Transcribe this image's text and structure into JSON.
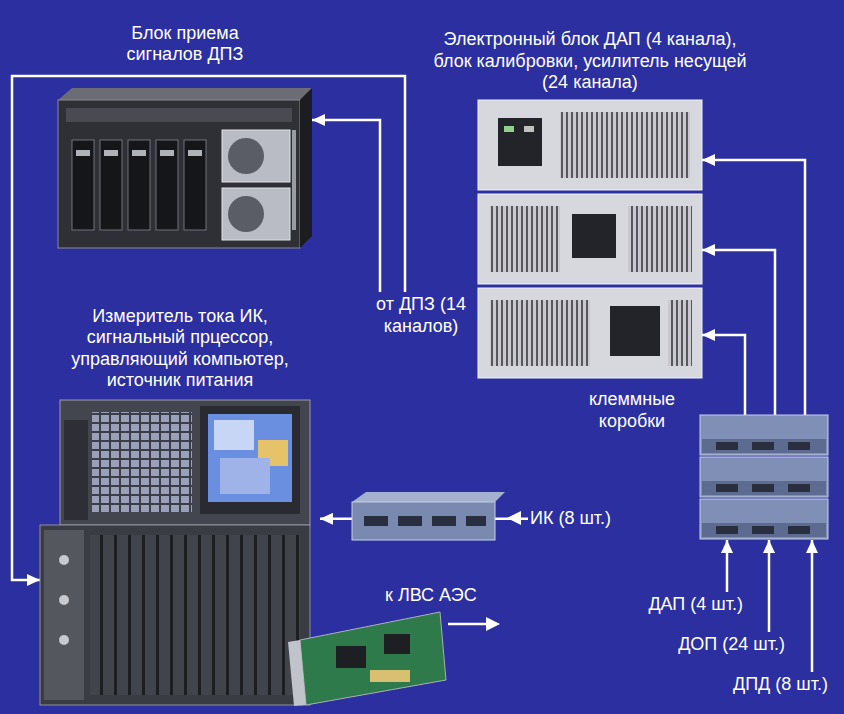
{
  "diagram": {
    "nodes": [
      {
        "text": [
          "Блок приема сигналов ДПЗ"
        ]
      },
      {
        "text": [
          "Электронный блок ДАП (4 канала), блок калибровки, усилитель несущей (24 канала)"
        ]
      },
      {
        "text": [
          "Измеритель тока ИК, сигнальный прцессор, управляющий компьютер, источник питания"
        ]
      },
      {
        "text": [
          "от ДПЗ (14 каналов)"
        ]
      },
      {
        "text": [
          "клеммные коробки"
        ]
      },
      {
        "text": [
          "ИК (8 шт.)"
        ]
      },
      {
        "text": [
          "ДАП (4 шт.)"
        ]
      },
      {
        "text": [
          "ДОП (24 шт.)"
        ]
      },
      {
        "text": [
          "ДПД (8 шт.)"
        ]
      }
    ],
    "edges": [
      {
        "from": 3,
        "to": 0,
        "arrow": "to"
      },
      {
        "from": 3,
        "to": 2,
        "arrow": "to"
      },
      {
        "from": 4,
        "to": 1,
        "arrow": "to"
      },
      {
        "from": 4,
        "to": 1,
        "arrow": "to"
      },
      {
        "from": 4,
        "to": 1,
        "arrow": "to"
      },
      {
        "from": 5,
        "to": 2,
        "arrow": "to"
      },
      {
        "from": 6,
        "to": 4,
        "arrow": "to"
      },
      {
        "from": 7,
        "to": 4,
        "arrow": "to"
      },
      {
        "from": 8,
        "to": 4,
        "arrow": "to"
      }
    ],
    "labels": [
      "к ЛВС АЭС"
    ]
  }
}
